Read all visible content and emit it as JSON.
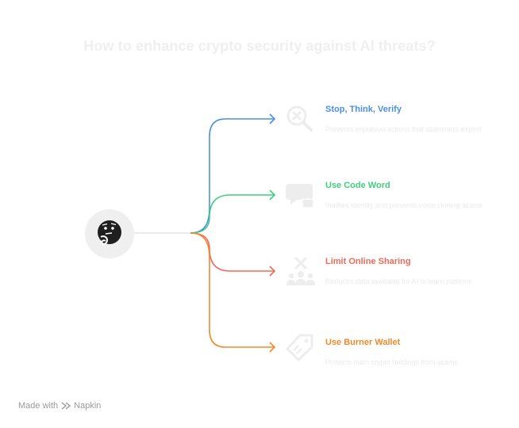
{
  "title": "How to enhance crypto security against AI threats?",
  "center": {
    "icon": "thinking-face-icon"
  },
  "items": [
    {
      "title": "Stop, Think, Verify",
      "description": "Prevents impulsive actions that scammers exploit",
      "color": "#4a8fe7",
      "icon": "magnifier-x-icon"
    },
    {
      "title": "Use Code Word",
      "description": "Verifies identity and prevents voice cloning scams",
      "color": "#3ecf7d",
      "icon": "chat-lock-icon"
    },
    {
      "title": "Limit Online Sharing",
      "description": "Reduces data available for AI to learn patterns",
      "color": "#ef6a5b",
      "icon": "people-x-icon"
    },
    {
      "title": "Use Burner Wallet",
      "description": "Protects main crypto holdings from scams",
      "color": "#f08a2c",
      "icon": "wallet-tag-icon"
    }
  ],
  "footer": {
    "made_with": "Made with",
    "brand": "Napkin"
  }
}
